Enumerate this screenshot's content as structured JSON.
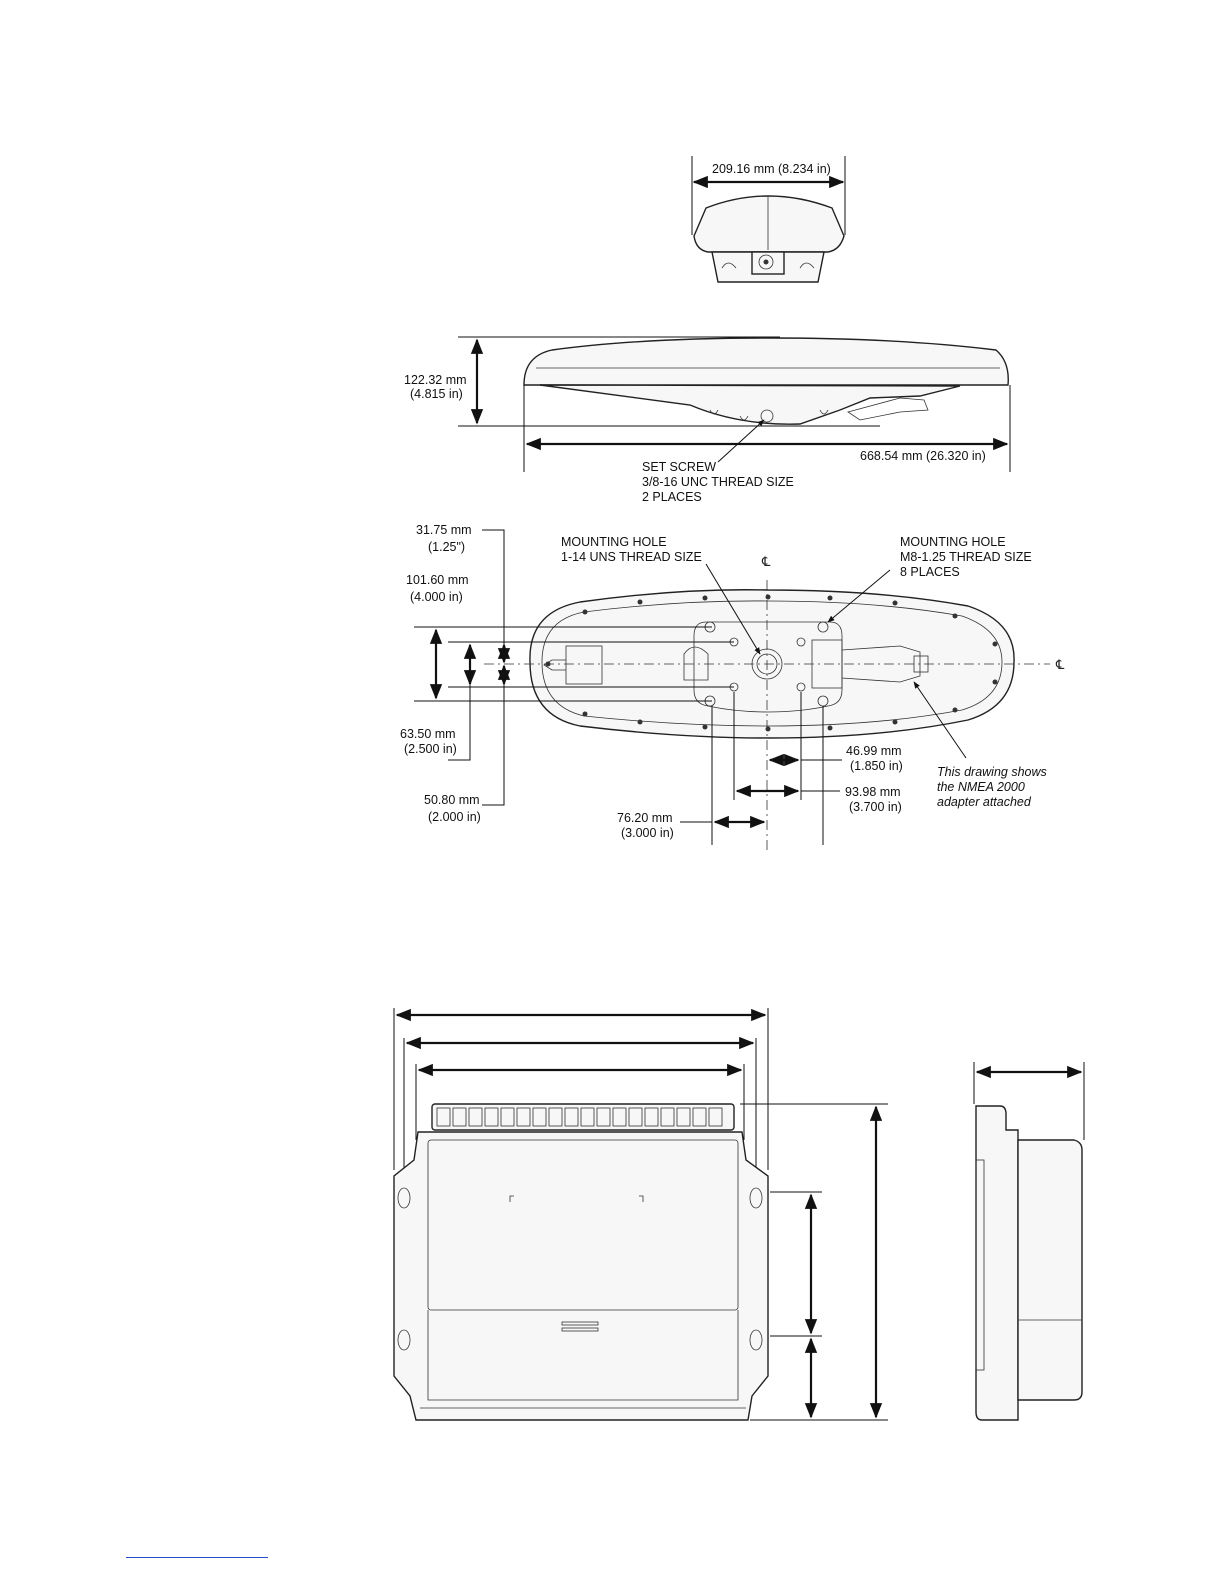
{
  "antenna_front": {
    "width_label": "209.16 mm (8.234 in)"
  },
  "antenna_side": {
    "height_label_mm": "122.32 mm",
    "height_label_in": "(4.815 in)",
    "length_label": "668.54 mm (26.320 in)",
    "set_screw": [
      "SET SCREW",
      "3/8-16 UNC THREAD SIZE",
      "2 PLACES"
    ]
  },
  "antenna_bottom": {
    "mounting_hole_center": [
      "MOUNTING HOLE",
      "1-14 UNS THREAD SIZE"
    ],
    "mounting_hole_outer": [
      "MOUNTING HOLE",
      "M8-1.25 THREAD SIZE",
      "8 PLACES"
    ],
    "centerline_symbol": "℄",
    "dim_31_75": [
      "31.75 mm",
      "(1.25\")"
    ],
    "dim_101_60": [
      "101.60 mm",
      "(4.000 in)"
    ],
    "dim_63_50": [
      "63.50 mm",
      "(2.500 in)"
    ],
    "dim_50_80": [
      "50.80 mm",
      "(2.000 in)"
    ],
    "dim_46_99": [
      "46.99 mm",
      "(1.850 in)"
    ],
    "dim_93_98": [
      "93.98 mm",
      "(3.700 in)"
    ],
    "dim_76_20": [
      "76.20 mm",
      "(3.000 in)"
    ],
    "note": [
      "This drawing shows",
      "the NMEA 2000",
      "adapter attached"
    ]
  }
}
